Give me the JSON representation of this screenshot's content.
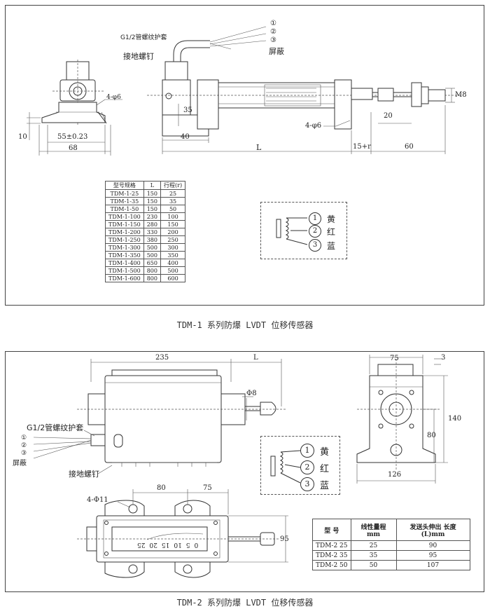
{
  "panel1": {
    "labels": {
      "conduit": "G1/2管螺纹护套",
      "ground_screw": "接地螺钉",
      "wire1": "①",
      "wire2": "②",
      "wire3": "③",
      "shield": "屏蔽",
      "dia6_left": "4-φ6",
      "dia6_bottom": "4-φ6",
      "m8": "M8"
    },
    "dims": {
      "d10": "10",
      "d55": "55±0.23",
      "d68": "68",
      "d35": "35",
      "d40": "40",
      "dL": "L",
      "d15r": "15+r",
      "d60": "60",
      "d20": "20"
    },
    "table": {
      "headers": [
        "型号规格",
        "L",
        "行程(r)"
      ],
      "rows": [
        [
          "TDM-1-25",
          "150",
          "25"
        ],
        [
          "TDM-1-35",
          "150",
          "35"
        ],
        [
          "TDM-1-50",
          "150",
          "50"
        ],
        [
          "TDM-1-100",
          "230",
          "100"
        ],
        [
          "TDM-1-150",
          "280",
          "150"
        ],
        [
          "TDM-1-200",
          "330",
          "200"
        ],
        [
          "TDM-1-250",
          "380",
          "250"
        ],
        [
          "TDM-1-300",
          "500",
          "300"
        ],
        [
          "TDM-1-350",
          "500",
          "350"
        ],
        [
          "TDM-1-400",
          "650",
          "400"
        ],
        [
          "TDM-1-500",
          "800",
          "500"
        ],
        [
          "TDM-1-600",
          "800",
          "600"
        ]
      ]
    },
    "wiring": [
      {
        "num": "1",
        "color": "黄"
      },
      {
        "num": "2",
        "color": "红"
      },
      {
        "num": "3",
        "color": "蓝"
      }
    ]
  },
  "caption1": "TDM-1 系列防爆 LVDT 位移传感器",
  "panel2": {
    "labels": {
      "conduit": "G1/2管螺纹护套",
      "ground_screw": "接地螺钉",
      "wire1": "①",
      "wire2": "②",
      "wire3": "③",
      "shield": "屏蔽",
      "hole": "4-Φ11",
      "phi8": "Φ8"
    },
    "dims": {
      "d235": "235",
      "dL": "L",
      "d75_top": "75",
      "d3": "3",
      "d140": "140",
      "d80_side": "80",
      "d126": "126",
      "d80_bottom": "80",
      "d75_bottom": "75",
      "d95": "95"
    },
    "scale": [
      "25",
      "20",
      "15",
      "10",
      "5",
      "0"
    ],
    "wiring": [
      {
        "num": "1",
        "color": "黄"
      },
      {
        "num": "2",
        "color": "红"
      },
      {
        "num": "3",
        "color": "蓝"
      }
    ],
    "table": {
      "headers": [
        "型  号",
        "线性量程 mm",
        "发送头伸出 长度(L)mm"
      ],
      "rows": [
        [
          "TDM-2 25",
          "25",
          "90"
        ],
        [
          "TDM-2 35",
          "35",
          "95"
        ],
        [
          "TDM-2 50",
          "50",
          "107"
        ]
      ]
    }
  },
  "caption2": "TDM-2 系列防爆 LVDT 位移传感器"
}
